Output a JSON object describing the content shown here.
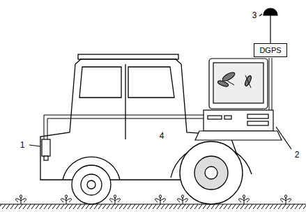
{
  "diagram": {
    "nodes": [
      {
        "text": [
          "DGPS"
        ]
      }
    ],
    "labels": [
      "1",
      "2",
      "3",
      "4"
    ]
  }
}
